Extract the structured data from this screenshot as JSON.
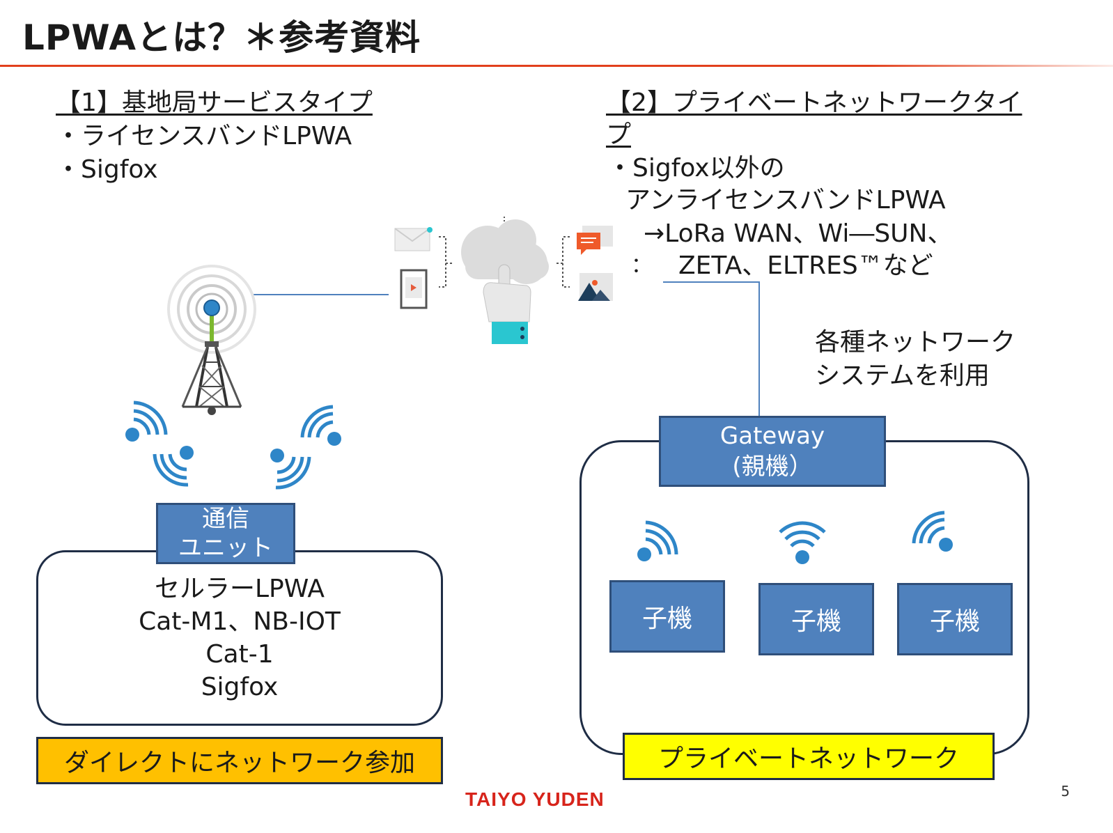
{
  "title": "LPWAとは？＊参考資料",
  "left": {
    "heading": "【1】基地局サービスタイプ",
    "bullets": [
      "・ライセンスバンドLPWA",
      "・Sigfox"
    ],
    "unit_label_1": "通信",
    "unit_label_2": "ユニット",
    "cellular_lines": [
      "セルラーLPWA",
      "Cat-M1、NB-IOT",
      "Cat-1",
      "Sigfox"
    ],
    "footer_label": "ダイレクトにネットワーク参加",
    "footer_color": "#ffc000"
  },
  "right": {
    "heading_line1": "【2】プライベートネットワークタイ",
    "heading_line2": "プ",
    "line1": "・Sigfox以外の",
    "line2": "アンライセンスバンドLPWA",
    "line3": "→LoRa WAN、Wi―SUN、",
    "line4_prefix": "：",
    "line4": "ZETA、ELTRES™など",
    "note_line1": "各種ネットワーク",
    "note_line2": "システムを利用",
    "gateway_line1": "Gateway",
    "gateway_line2": "(親機）",
    "child_labels": [
      "子機",
      "子機",
      "子機"
    ],
    "footer_label": "プライベートネットワーク",
    "footer_color": "#ffff00"
  },
  "colors": {
    "accent_red": "#e2401c",
    "box_blue": "#4f81bd",
    "wifi_blue": "#2e86c8",
    "cyan": "#2ac6d0"
  },
  "brand": "TAIYO YUDEN",
  "page_number": "5"
}
